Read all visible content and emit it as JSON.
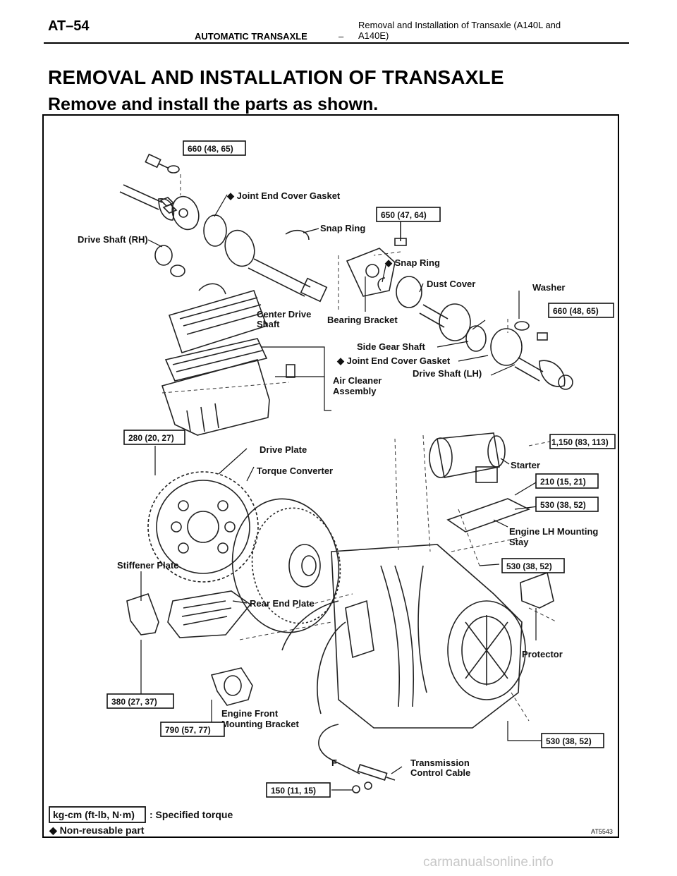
{
  "header": {
    "page_id": "AT–54",
    "section": "AUTOMATIC TRANSAXLE",
    "dash": "–",
    "topic": "Removal and Installation of Transaxle (A140L and A140E)"
  },
  "title": "REMOVAL AND INSTALLATION OF TRANSAXLE",
  "subtitle": "Remove and install the parts as shown.",
  "diagram": {
    "labels": {
      "joint_end_cover_gasket_1": "◆ Joint End Cover Gasket",
      "drive_shaft_rh": "Drive Shaft (RH)",
      "snap_ring_1": "Snap Ring",
      "snap_ring_2": "◆ Snap Ring",
      "dust_cover": "Dust Cover",
      "washer": "Washer",
      "center_drive_shaft_1": "Center Drive",
      "center_drive_shaft_2": "Shaft",
      "bearing_bracket": "Bearing Bracket",
      "side_gear_shaft": "Side Gear Shaft",
      "joint_end_cover_gasket_2": "◆ Joint End Cover Gasket",
      "drive_shaft_lh": "Drive Shaft (LH)",
      "air_cleaner_1": "Air Cleaner",
      "air_cleaner_2": "Assembly",
      "drive_plate": "Drive Plate",
      "torque_converter": "Torque Converter",
      "starter": "Starter",
      "engine_lh_mounting_1": "Engine LH Mounting",
      "engine_lh_mounting_2": "Stay",
      "stiffener_plate": "Stiffener Plate",
      "rear_end_plate": "Rear End Plate",
      "protector": "Protector",
      "engine_front_mounting_1": "Engine Front",
      "engine_front_mounting_2": "Mounting Bracket",
      "transmission_cable_1": "Transmission",
      "transmission_cable_2": "Control Cable",
      "f_mark": "F",
      "figure_code": "AT5543"
    },
    "torques": {
      "t1": "660 (48, 65)",
      "t2": "650 (47, 64)",
      "t3": "660 (48, 65)",
      "t4": "280 (20, 27)",
      "t5": "1,150 (83, 113)",
      "t6": "210 (15, 21)",
      "t7": "530 (38, 52)",
      "t8": "530 (38, 52)",
      "t9": "380 (27, 37)",
      "t10": "790 (57, 77)",
      "t11": "530 (38, 52)",
      "t12": "150 (11, 15)"
    },
    "legend": {
      "unit_box": "kg-cm (ft-lb, N·m)",
      "unit_text": ": Specified torque",
      "nonreusable": "◆ Non-reusable part"
    }
  },
  "watermark": "carmanualsonline.info"
}
